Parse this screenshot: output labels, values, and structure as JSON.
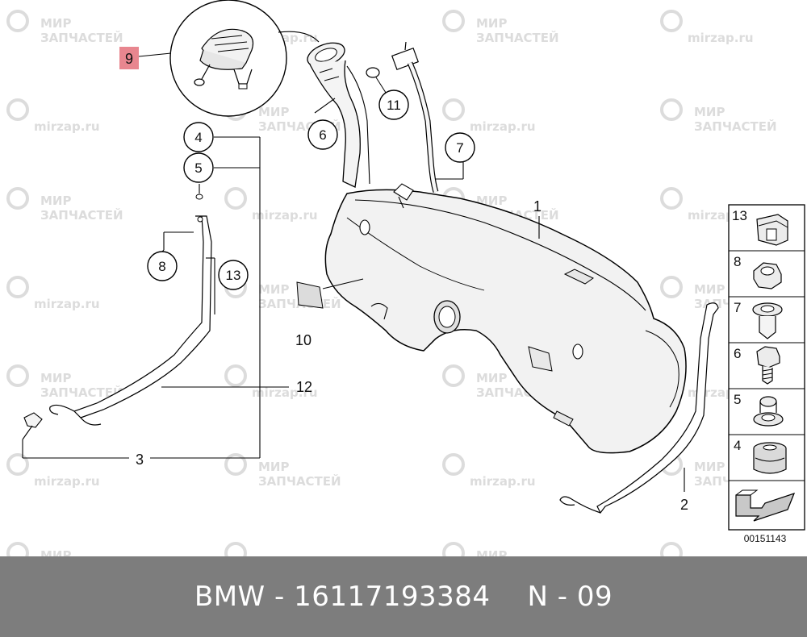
{
  "watermark": {
    "line1": "МИР",
    "line2": "ЗАПЧАСТЕЙ",
    "domain": "mirzap.ru"
  },
  "callouts": {
    "c1": "1",
    "c2": "2",
    "c3": "3",
    "c4": "4",
    "c5": "5",
    "c6": "6",
    "c7": "7",
    "c8": "8",
    "c9": "9",
    "c10": "10",
    "c11": "11",
    "c12": "12",
    "c13": "13"
  },
  "legend": {
    "items": [
      {
        "label": "13",
        "icon": "clip-nut-icon"
      },
      {
        "label": "8",
        "icon": "hex-nut-icon"
      },
      {
        "label": "7",
        "icon": "plastic-nut-icon"
      },
      {
        "label": "6",
        "icon": "hex-bolt-icon"
      },
      {
        "label": "5",
        "icon": "rubber-grommet-icon"
      },
      {
        "label": "4",
        "icon": "rubber-mount-icon"
      },
      {
        "label": "",
        "icon": "arrow-icon"
      }
    ],
    "diagram_number": "00151143"
  },
  "colors": {
    "highlight": "#e8868f",
    "footer_bg": "#7d7d7d",
    "watermark": "#dcdcdc"
  },
  "footer": {
    "brand": "BMW",
    "separator": "-",
    "part_number": "16117193384",
    "ref": "N - 09"
  }
}
